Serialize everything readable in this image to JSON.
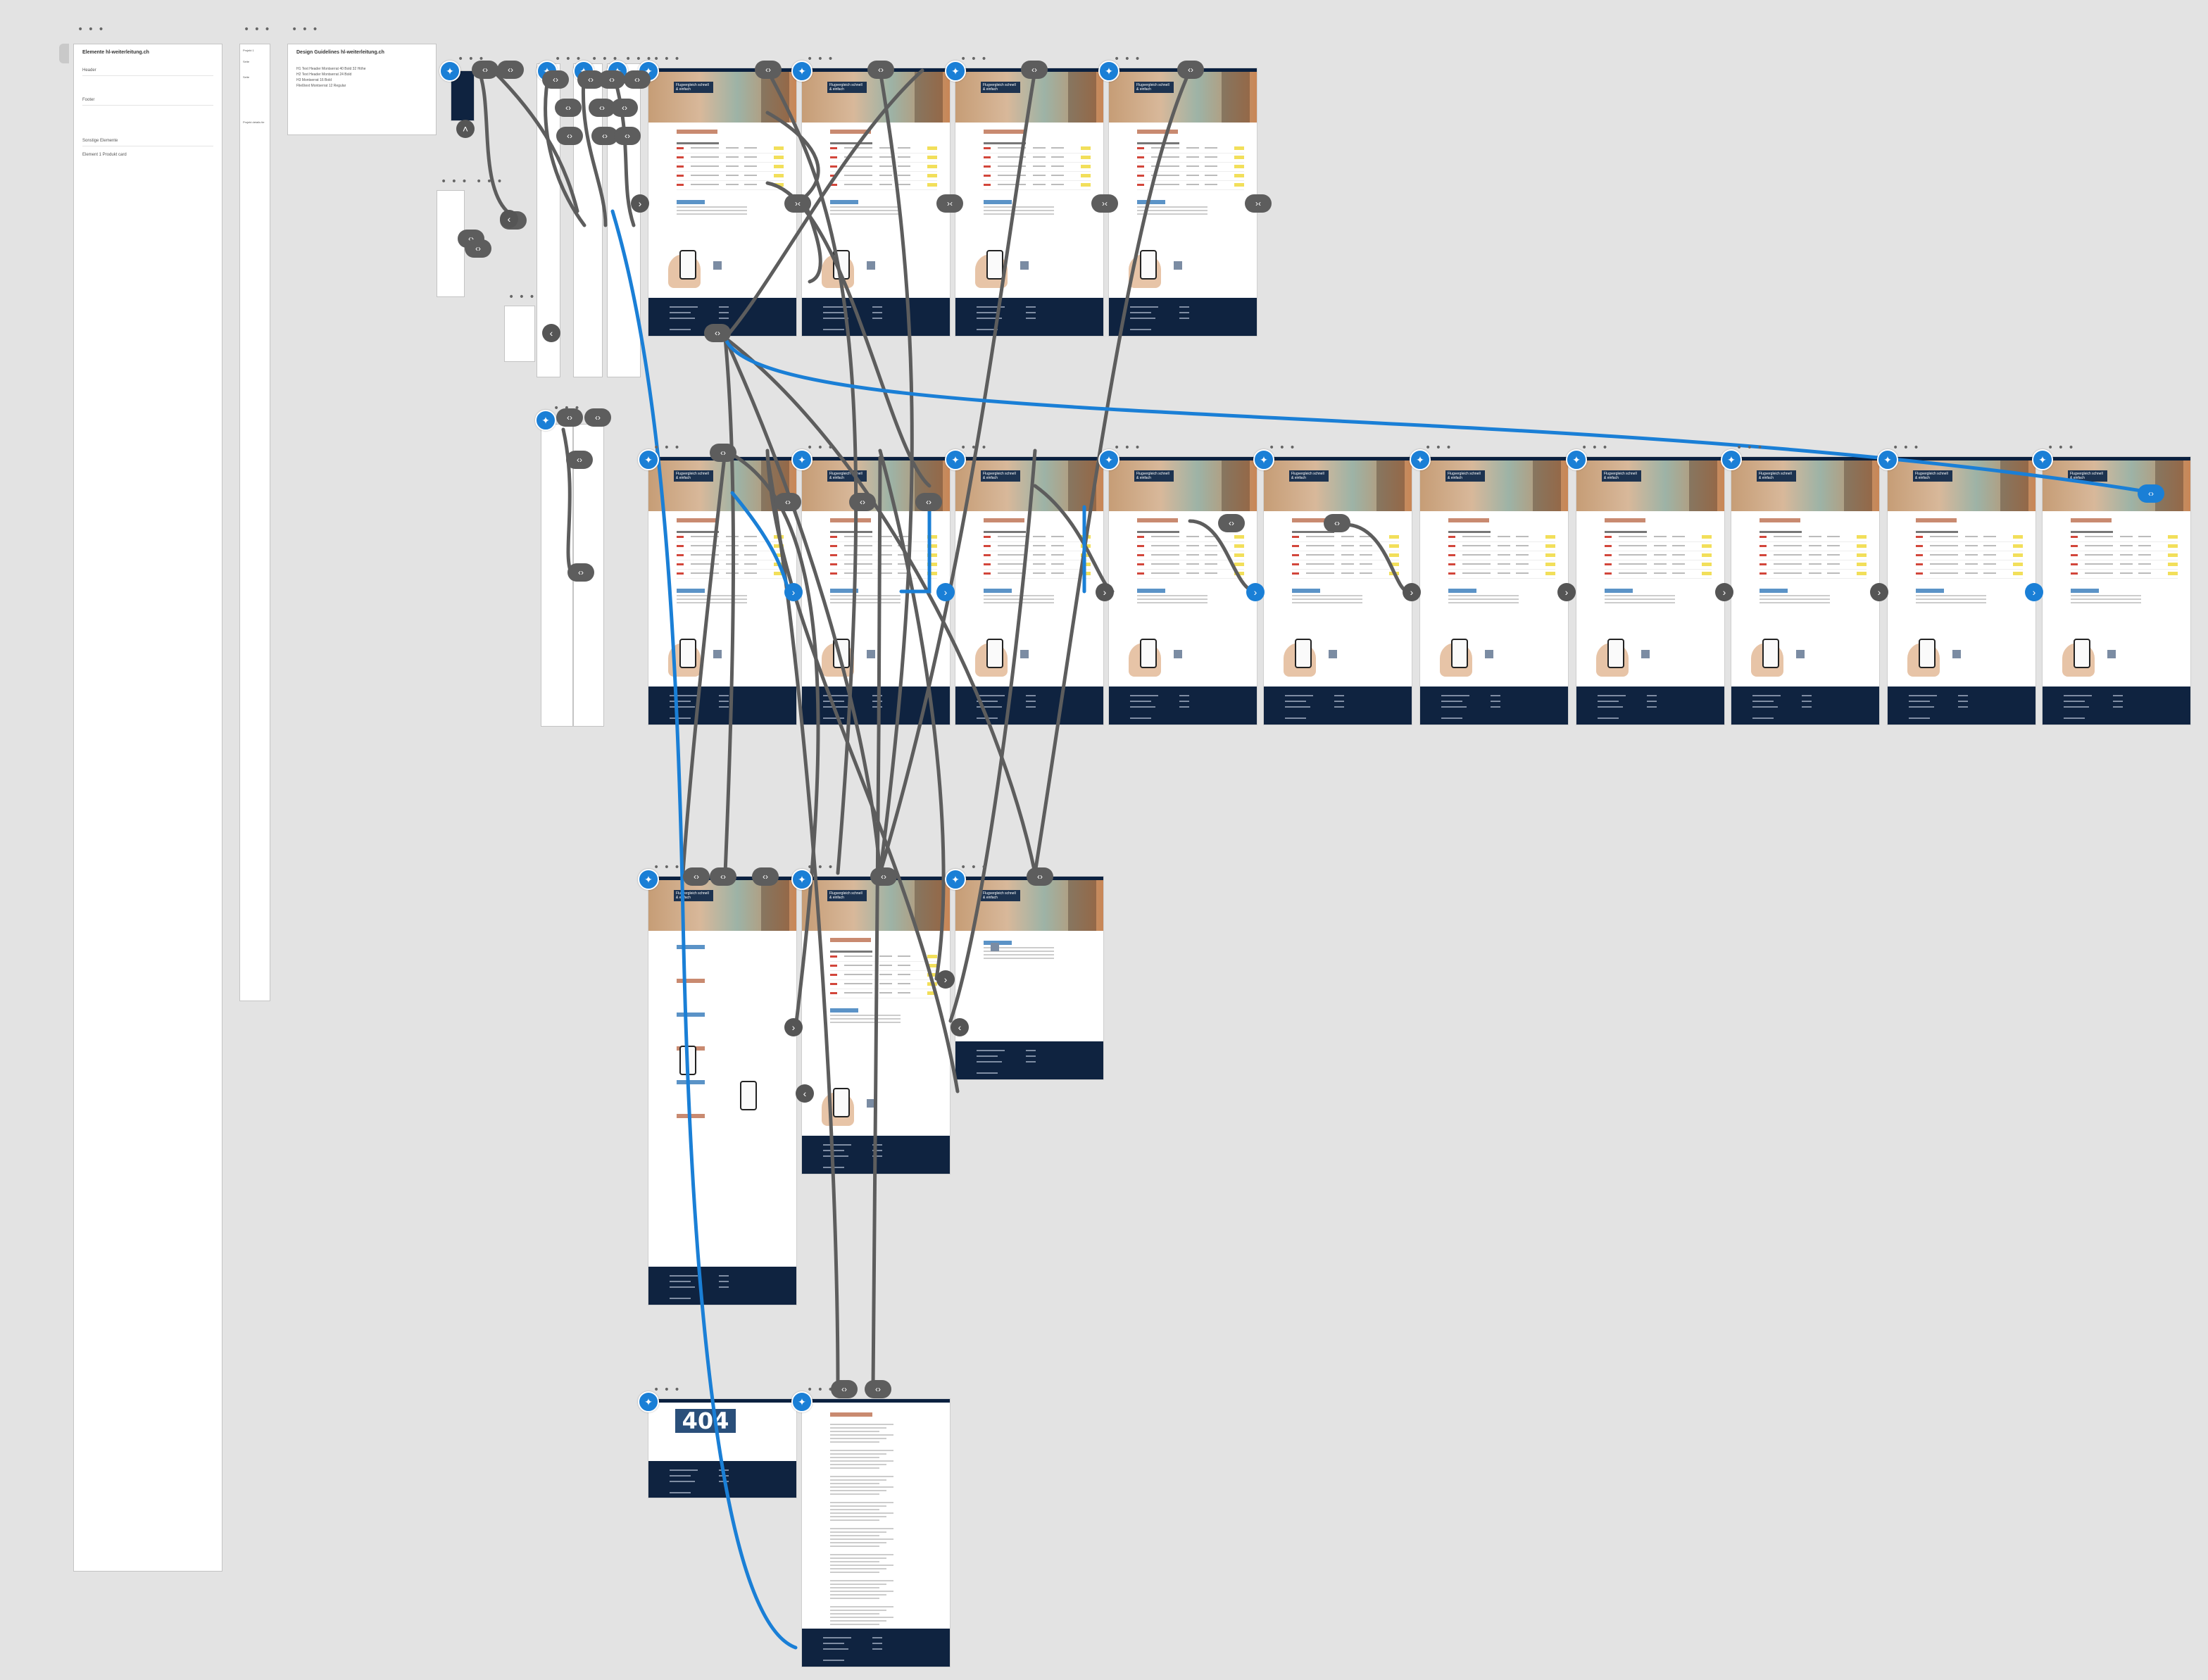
{
  "canvas": {
    "background": "#e3e3e3",
    "accent": "#1a7fd6",
    "connector_color": "#5d5d5d"
  },
  "panels": {
    "elements": {
      "title": "Elemente hl-weiterleitung.ch",
      "labels": [
        "Header",
        "Footer",
        "Sonstige Elemente",
        "Element 1  Produkt card"
      ]
    },
    "narrow": {
      "labels": [
        "Projekt 1",
        "Seite",
        "Seite",
        "Projekt details tie"
      ]
    },
    "style": {
      "title": "Design Guidelines hl-weiterleitung.ch",
      "lines": [
        "H1 Text Header Montserrat 40 Bold 32 Höhe",
        "H2 Text Header Montserrat 24 Bold",
        "H3 Montserrat 16 Bold",
        "Fließtext Montserrat 12 Regular"
      ]
    }
  },
  "frames": {
    "hero_badge_text": "Flugvergleich schnell & einfach",
    "error_code": "404"
  },
  "icons": {
    "pin": "pin-icon",
    "connector_pair": "chevron-pair-icon",
    "next": "chevron-right-icon",
    "prev": "chevron-left-icon",
    "more": "more-dots-icon"
  }
}
